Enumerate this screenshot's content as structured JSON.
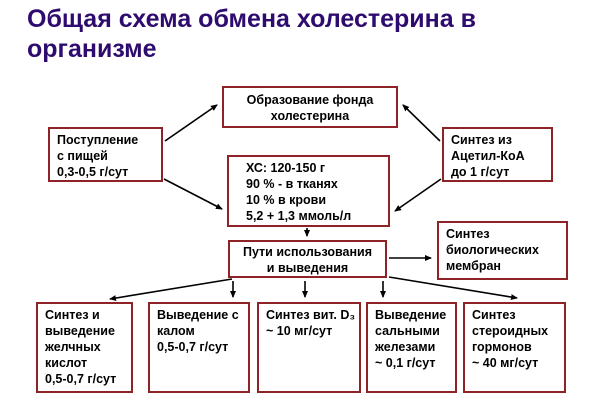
{
  "title": "Общая схема обмена холестерина в организме",
  "colors": {
    "title_text": "#2e0b6e",
    "box_border": "#8e2226",
    "box_text": "#000000",
    "arrow": "#000000",
    "background": "#ffffff"
  },
  "nodes": {
    "pool": {
      "lines": [
        "Образование фонда",
        "холестерина"
      ]
    },
    "intake": {
      "lines": [
        "Поступление",
        "с пищей",
        "0,3-0,5 г/сут"
      ]
    },
    "acetyl": {
      "lines": [
        "Синтез из",
        "Ацетил-КоА",
        "до 1 г/сут"
      ]
    },
    "stats": {
      "lines": [
        "ХС: 120-150 г",
        "90 % - в тканях",
        "10 % в крови",
        "5,2 + 1,3 ммоль/л"
      ]
    },
    "pathways": {
      "lines": [
        "Пути использования",
        "и выведения"
      ]
    },
    "membranes": {
      "lines": [
        "Синтез",
        "биологических",
        "мембран"
      ]
    },
    "bile": {
      "lines": [
        "Синтез и",
        "выведение",
        "желчных",
        "кислот",
        "0,5-0,7 г/сут"
      ]
    },
    "feces": {
      "lines": [
        "Выведение с",
        "калом",
        "0,5-0,7 г/сут"
      ]
    },
    "vitd": {
      "lines": [
        "Синтез вит. D₃",
        "~ 10 мг/сут"
      ]
    },
    "sebum": {
      "lines": [
        "Выведение",
        "сальными",
        "железами",
        "~ 0,1 г/сут"
      ]
    },
    "steroid": {
      "lines": [
        "Синтез",
        "стероидных",
        "гормонов",
        "~ 40 мг/сут"
      ]
    }
  }
}
